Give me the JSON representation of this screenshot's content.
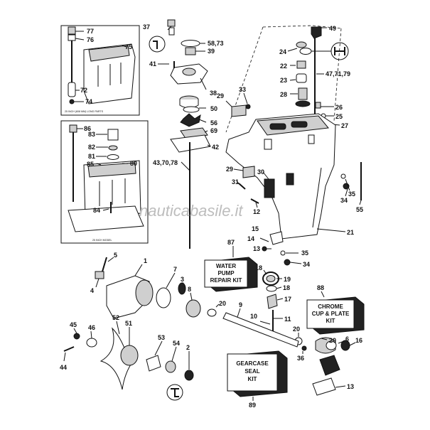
{
  "watermark": "nauticabasile.it",
  "inset_captions": {
    "top": "25 INCH (608 MM) LONG PARTS",
    "bottom": "25 INCH MODEL"
  },
  "kits": {
    "water_pump": [
      "WATER",
      "PUMP",
      "REPAIR KIT"
    ],
    "chrome": [
      "CHROME",
      "CUP & PLATE",
      "KIT"
    ],
    "gearcase": [
      "GEARCASE",
      "SEAL",
      "KIT"
    ]
  },
  "part_labels": {
    "p1": "1",
    "p2": "2",
    "p3": "3",
    "p4": "4",
    "p5": "5",
    "p6": "6",
    "p7": "7",
    "p8": "8",
    "p9": "9",
    "p10": "10",
    "p11": "11",
    "p12": "12",
    "p13": "13",
    "p14": "14",
    "p15": "15",
    "p16": "16",
    "p17": "17",
    "p18a": "18",
    "p18b": "18",
    "p19": "19",
    "p20a": "20",
    "p20b": "20",
    "p21": "21",
    "p22": "22",
    "p23": "23",
    "p24": "24",
    "p25": "25",
    "p26": "26",
    "p27": "27",
    "p28": "28",
    "p29a": "29",
    "p29b": "29",
    "p30": "30",
    "p31": "31",
    "p33": "33",
    "p34a": "34",
    "p34b": "34",
    "p35a": "35",
    "p35b": "35",
    "p36": "36",
    "p37": "37",
    "p38": "38",
    "p39": "39",
    "p41": "41",
    "p42": "42",
    "p43": "43,70,78",
    "p44": "44",
    "p45": "45",
    "p46": "46",
    "p47": "47,71,79",
    "p49": "49",
    "p50": "50",
    "p51": "51",
    "p52": "52",
    "p53": "53",
    "p54": "54",
    "p55": "55",
    "p56": "56",
    "p58": "58,73",
    "p69": "69",
    "p72": "72",
    "p74": "74",
    "p75": "75",
    "p76": "76",
    "p77": "77",
    "p80": "80",
    "p81": "81",
    "p82": "82",
    "p83": "83",
    "p84": "84",
    "p85": "85",
    "p86": "86",
    "p87": "87",
    "p88": "88",
    "p89": "89"
  }
}
